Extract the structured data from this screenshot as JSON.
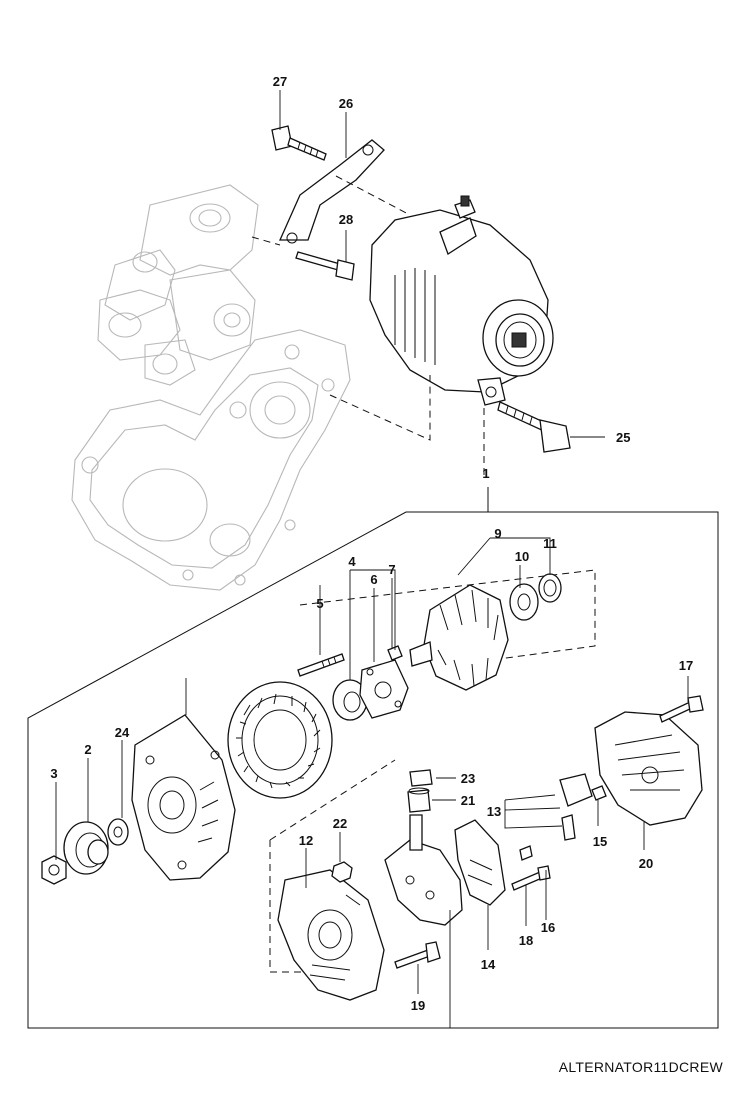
{
  "diagram_code": "ALTERNATOR11DCREW",
  "callouts": {
    "p1": "1",
    "p2": "2",
    "p3": "3",
    "p4": "4",
    "p5": "5",
    "p6": "6",
    "p7": "7",
    "p9": "9",
    "p10": "10",
    "p11": "11",
    "p12": "12",
    "p13": "13",
    "p14": "14",
    "p15": "15",
    "p16": "16",
    "p17": "17",
    "p18": "18",
    "p19": "19",
    "p20": "20",
    "p21": "21",
    "p22": "22",
    "p23": "23",
    "p24": "24",
    "p25": "25",
    "p26": "26",
    "p27": "27",
    "p28": "28"
  }
}
